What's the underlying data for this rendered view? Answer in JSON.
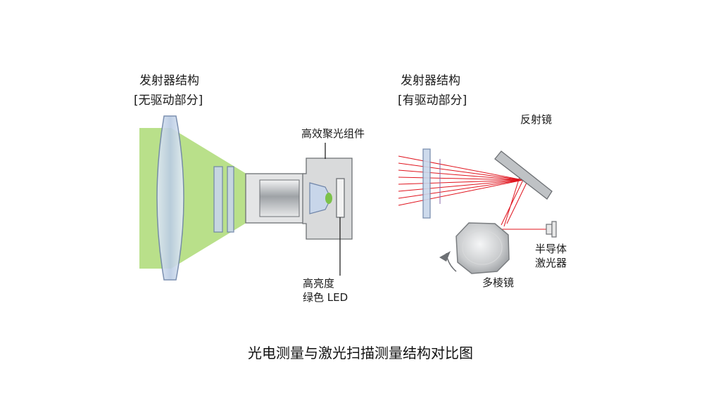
{
  "left": {
    "title_line1": "发射器结构",
    "title_line2": "[无驱动部分]",
    "assembly_label": "高效聚光组件",
    "led_label_line1": "高亮度",
    "led_label_line2": "绿色 LED"
  },
  "right": {
    "title_line1": "发射器结构",
    "title_line2": "[有驱动部分]",
    "mirror_label": "反射镜",
    "laser_label_line1": "半导体",
    "laser_label_line2": "激光器",
    "polygon_label": "多棱镜"
  },
  "caption": "光电测量与激光扫描测量结构对比图",
  "colors": {
    "beam_green": "#b9e08a",
    "lens_blue": "#c8d6ea",
    "lens_edge": "#6e84a8",
    "laser_red": "#e0141e",
    "housing_gray": "#d9dadb"
  }
}
